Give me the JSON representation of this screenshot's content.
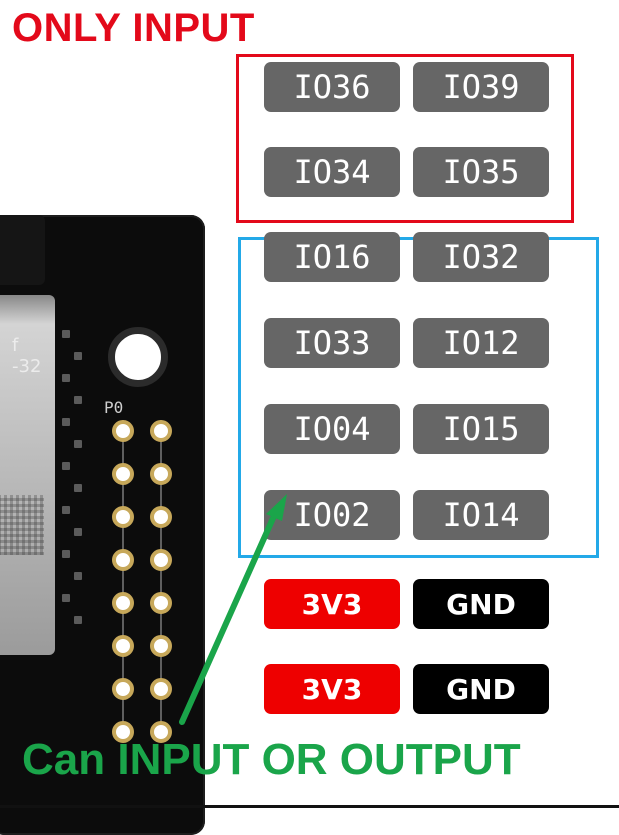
{
  "labels": {
    "only_input": "ONLY INPUT",
    "input_or_output": "Can INPUT OR OUTPUT"
  },
  "board": {
    "module_text": "f\n-32",
    "silk_text": "P0"
  },
  "input_only_pins": [
    [
      "IO36",
      "IO39"
    ],
    [
      "IO34",
      "IO35"
    ]
  ],
  "io_pins": [
    [
      "IO16",
      "IO32"
    ],
    [
      "IO33",
      "IO12"
    ],
    [
      "IO04",
      "IO15"
    ],
    [
      "IO02",
      "IO14"
    ]
  ],
  "power_pins": [
    [
      "3V3",
      "GND"
    ],
    [
      "3V3",
      "GND"
    ]
  ],
  "colors": {
    "only_input": "#e3091a",
    "input_output": "#1aa54a",
    "io_box": "#23a9e8",
    "pin_label_bg": "#666666",
    "power_3v3_bg": "#ee0000",
    "gnd_bg": "#000000"
  }
}
